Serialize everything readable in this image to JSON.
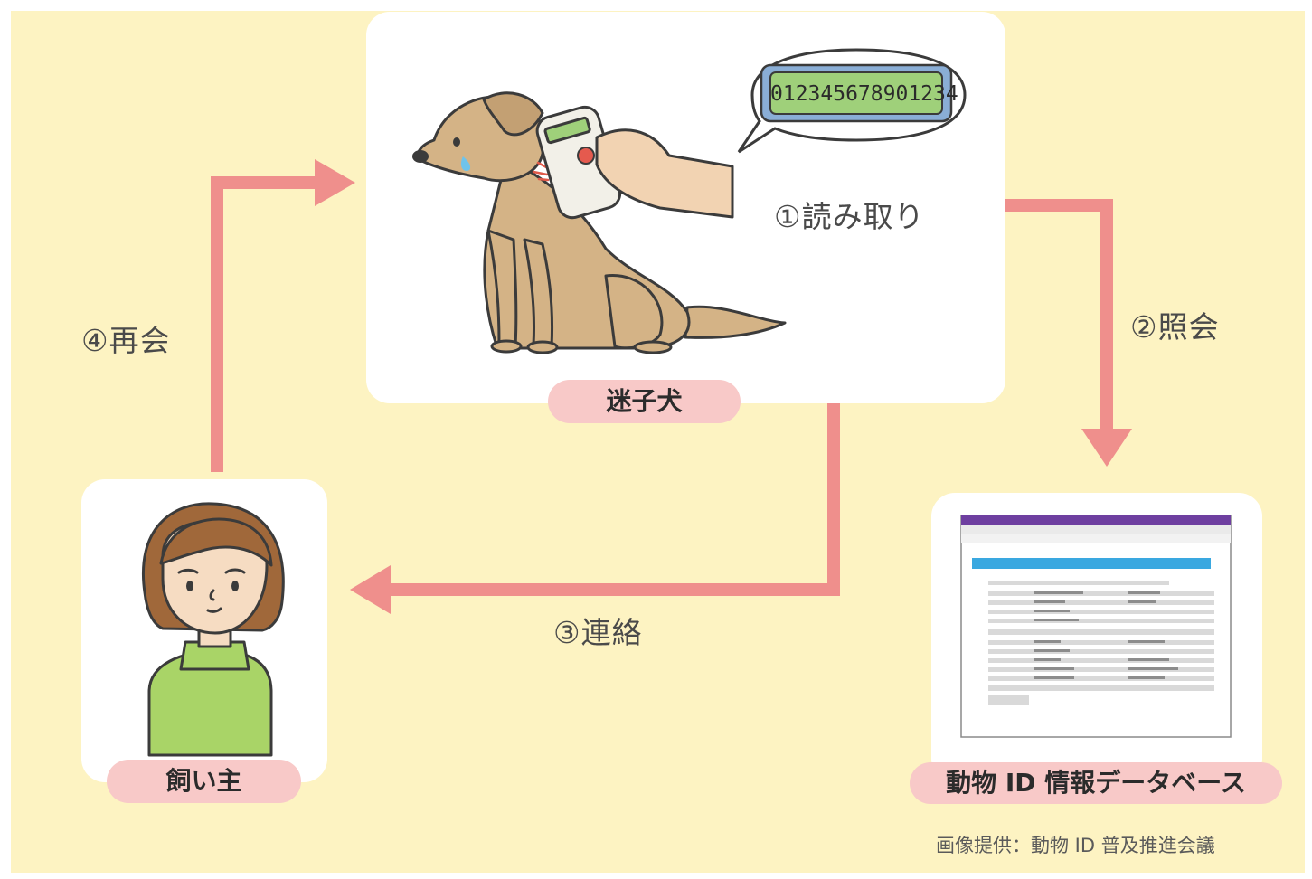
{
  "labels": {
    "dog": "迷子犬",
    "owner": "飼い主",
    "database": "動物 ID 情報データベース"
  },
  "steps": {
    "read": "①読み取り",
    "lookup": "②照会",
    "contact": "③連絡",
    "reunion": "④再会"
  },
  "scanner": {
    "readout": "012345678901234"
  },
  "credit": "画像提供：動物 ID 普及推進会議",
  "colors": {
    "background": "#fdf3c2",
    "arrow": "#ef8f8c",
    "pill": "#f8c9c8",
    "dog": "#d4b386",
    "outline": "#3b3b3b",
    "display": "#9fd07a",
    "sweater": "#a9d467",
    "hair": "#a0683a",
    "browser_bar": "#6e3fa0",
    "db_header": "#3aa8e0"
  }
}
